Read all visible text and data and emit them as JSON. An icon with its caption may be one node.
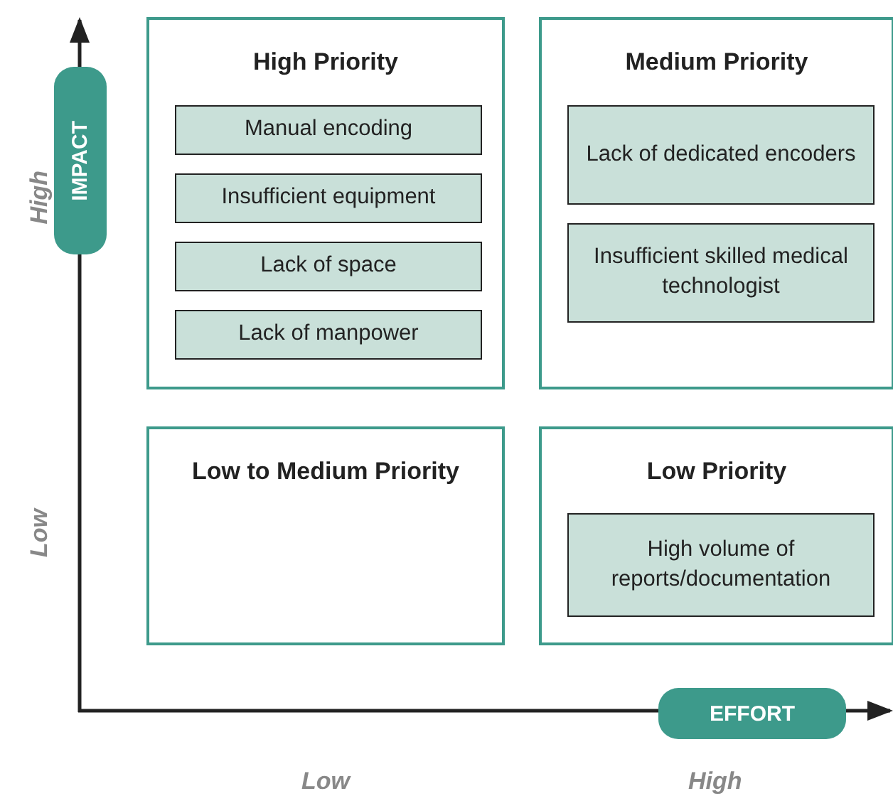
{
  "diagram": {
    "nodes": [
      {
        "text": [
          "High Priority"
        ]
      },
      {
        "text": [
          "Manual encoding"
        ],
        "in": 0
      },
      {
        "text": [
          "Insufficient equipment"
        ],
        "in": 0
      },
      {
        "text": [
          "Lack of space"
        ],
        "in": 0
      },
      {
        "text": [
          "Lack of manpower"
        ],
        "in": 0
      },
      {
        "text": [
          "Medium Priority"
        ]
      },
      {
        "text": [
          "Lack of dedicated encoders"
        ],
        "in": 5
      },
      {
        "text": [
          "Insufficient skilled medical technologist"
        ],
        "in": 5
      },
      {
        "text": [
          "Low to Medium Priority"
        ]
      },
      {
        "text": [
          "Low Priority"
        ]
      },
      {
        "text": [
          "High volume of reports/documentation"
        ],
        "in": 9
      },
      {
        "text": [
          "IMPACT"
        ]
      },
      {
        "text": [
          "EFFORT"
        ]
      }
    ],
    "edges": [],
    "labels": [
      "High",
      "Low",
      "Low",
      "High"
    ]
  }
}
